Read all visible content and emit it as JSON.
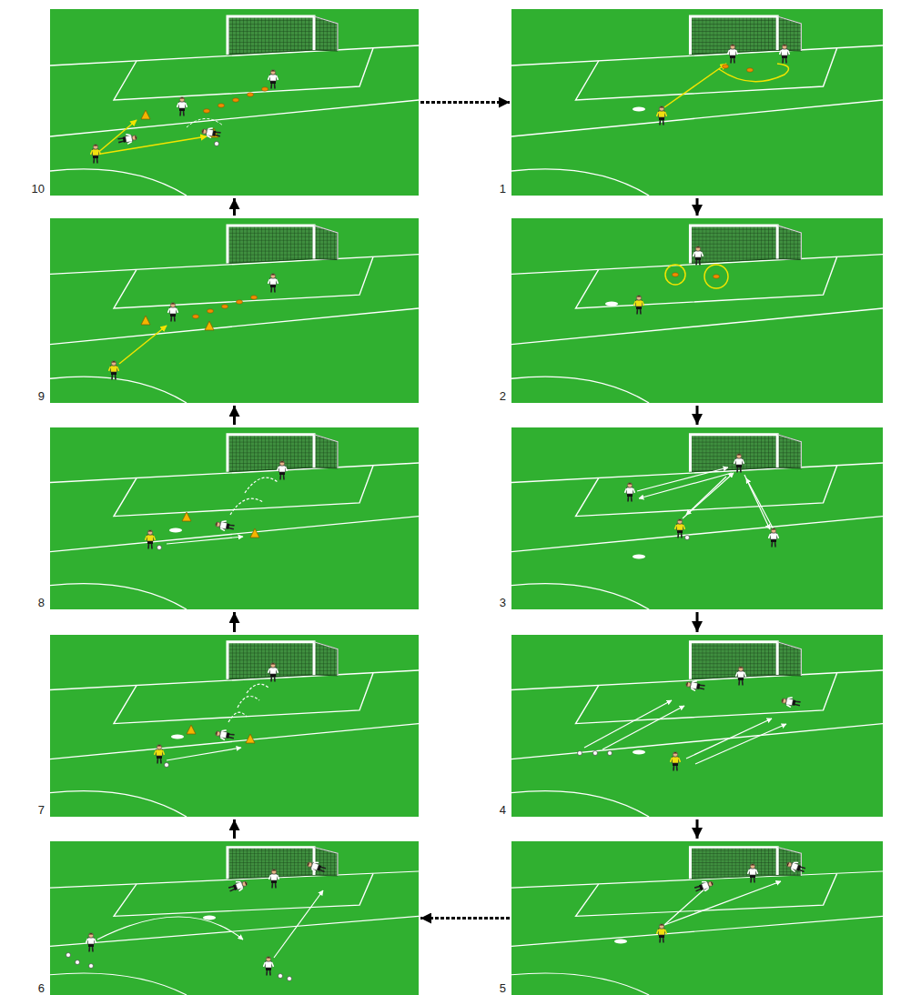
{
  "diagram": {
    "nodes": [
      {
        "text": [
          "10"
        ]
      },
      {
        "text": [
          "1"
        ]
      },
      {
        "text": [
          "9"
        ]
      },
      {
        "text": [
          "2"
        ]
      },
      {
        "text": [
          "8"
        ]
      },
      {
        "text": [
          "3"
        ]
      },
      {
        "text": [
          "7"
        ]
      },
      {
        "text": [
          "4"
        ]
      },
      {
        "text": [
          "6"
        ]
      },
      {
        "text": [
          "5"
        ]
      }
    ],
    "edges": [
      {
        "from": 0,
        "to": 1,
        "arrow": "to"
      },
      {
        "from": 1,
        "to": 3,
        "arrow": "to"
      },
      {
        "from": 3,
        "to": 5,
        "arrow": "to"
      },
      {
        "from": 5,
        "to": 7,
        "arrow": "to"
      },
      {
        "from": 7,
        "to": 9,
        "arrow": "to"
      },
      {
        "from": 9,
        "to": 8,
        "arrow": "to"
      },
      {
        "from": 8,
        "to": 6,
        "arrow": "to"
      },
      {
        "from": 6,
        "to": 4,
        "arrow": "to"
      },
      {
        "from": 4,
        "to": 2,
        "arrow": "to"
      },
      {
        "from": 2,
        "to": 0,
        "arrow": "to"
      }
    ]
  }
}
